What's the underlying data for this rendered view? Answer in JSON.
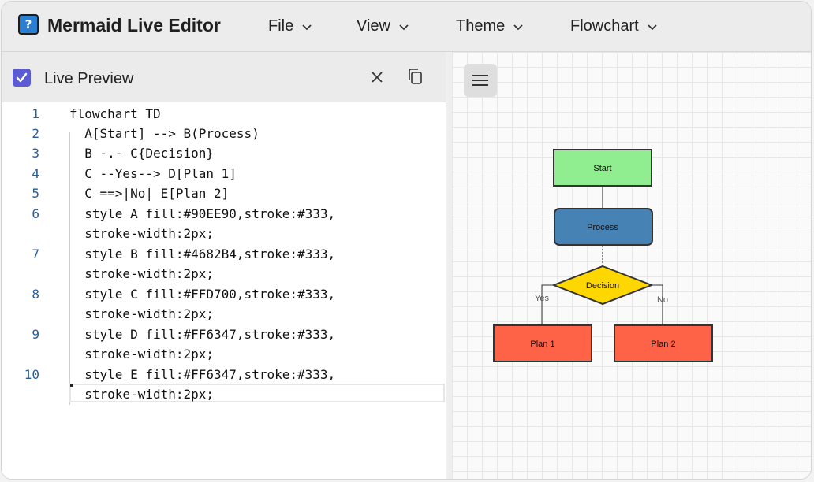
{
  "app": {
    "title": "Mermaid Live Editor",
    "icon_glyph": "?",
    "menus": [
      "File",
      "View",
      "Theme",
      "Flowchart"
    ]
  },
  "editor": {
    "title": "Live Preview",
    "checkbox_checked": true,
    "line_numbers": [
      "1",
      "2",
      "3",
      "4",
      "5",
      "6",
      "7",
      "8",
      "9",
      "10"
    ],
    "lines": [
      "flowchart TD",
      "  A[Start] --> B(Process)",
      "  B -.- C{Decision}",
      "  C --Yes--> D[Plan 1]",
      "  C ==>|No| E[Plan 2]",
      "  style A fill:#90EE90,stroke:#333,",
      "  stroke-width:2px;",
      "  style B fill:#4682B4,stroke:#333,",
      "  stroke-width:2px;",
      "  style C fill:#FFD700,stroke:#333,",
      "  stroke-width:2px;",
      "  style D fill:#FF6347,stroke:#333,",
      "  stroke-width:2px;",
      "  style E fill:#FF6347,stroke:#333,",
      "  stroke-width:2px;"
    ]
  },
  "diagram": {
    "nodes": {
      "start": {
        "label": "Start",
        "fill": "#90EE90"
      },
      "process": {
        "label": "Process",
        "fill": "#4682B4"
      },
      "decision": {
        "label": "Decision",
        "fill": "#FFD700"
      },
      "plan1": {
        "label": "Plan 1",
        "fill": "#FF6347"
      },
      "plan2": {
        "label": "Plan 2",
        "fill": "#FF6347"
      }
    },
    "edges": {
      "yes_label": "Yes",
      "no_label": "No"
    },
    "stroke": "#333333"
  },
  "colors": {
    "accent": "#5b5bd6",
    "line_number": "#2a5d9a"
  }
}
